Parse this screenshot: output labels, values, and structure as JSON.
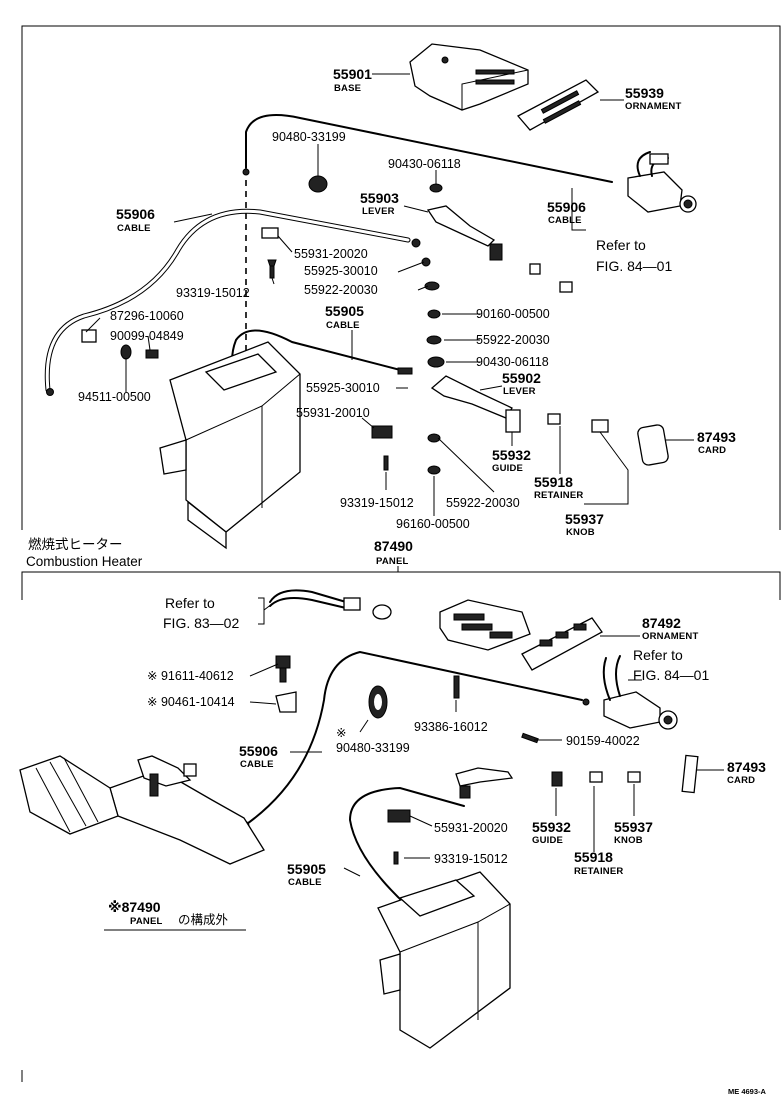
{
  "frame_top": {
    "base": {
      "num": "55901",
      "name": "BASE"
    },
    "ornament": {
      "num": "55939",
      "name": "ORNAMENT"
    },
    "bolt1": "90480-33199",
    "washer1": "90430-06118",
    "lever": {
      "num": "55903",
      "name": "LEVER"
    },
    "cable_right": {
      "num": "55906",
      "name": "CABLE"
    },
    "refer_a": {
      "line1": "Refer to",
      "line2": "FIG. 84—01"
    },
    "cable_left": {
      "num": "55906",
      "name": "CABLE"
    },
    "clamp1": "55931-20020",
    "clip1": "55925-30010",
    "washer2": "55922-20030",
    "screw1": "93319-15012",
    "cable_mid": {
      "num": "55905",
      "name": "CABLE"
    },
    "pin1": "90160-00500",
    "washer3": "55922-20030",
    "washer4": "90430-06118",
    "part_87296": "87296-10060",
    "part_90099": "90099-04849",
    "part_94511": "94511-00500",
    "clip2": "55925-30010",
    "lever2": {
      "num": "55902",
      "name": "LEVER"
    },
    "clamp2": "55931-20010",
    "guide": {
      "num": "55932",
      "name": "GUIDE"
    },
    "card": {
      "num": "87493",
      "name": "CARD"
    },
    "retainer": {
      "num": "55918",
      "name": "RETAINER"
    },
    "screw2": "93319-15012",
    "washer5": "55922-20030",
    "knob": {
      "num": "55937",
      "name": "KNOB"
    },
    "pin2": "96160-00500"
  },
  "section": {
    "title_jp": "燃焼式ヒーター",
    "title_en": "Combustion Heater",
    "panel": {
      "num": "87490",
      "name": "PANEL"
    }
  },
  "frame_bottom": {
    "refer_b": {
      "line1": "Refer to",
      "line2": "FIG. 83—02"
    },
    "ornament": {
      "num": "87492",
      "name": "ORNAMENT"
    },
    "refer_c": {
      "line1": "Refer to",
      "line2": "FIG. 84—01"
    },
    "part_91611": "※ 91611-40612",
    "part_90461": "※ 90461-10414",
    "screw3": "93386-16012",
    "cable_a": {
      "num": "55906",
      "name": "CABLE"
    },
    "bolt2_mark": "※",
    "bolt2": "90480-33199",
    "screw4": "90159-40022",
    "card": {
      "num": "87493",
      "name": "CARD"
    },
    "clamp3": "55931-20020",
    "guide": {
      "num": "55932",
      "name": "GUIDE"
    },
    "knob": {
      "num": "55937",
      "name": "KNOB"
    },
    "screw5": "93319-15012",
    "retainer": {
      "num": "55918",
      "name": "RETAINER"
    },
    "cable_b": {
      "num": "55905",
      "name": "CABLE"
    },
    "note": {
      "line1": "※87490",
      "line2_a": "PANEL",
      "line2_b": "の構成外"
    }
  },
  "footer_code": "ME 4693-A"
}
